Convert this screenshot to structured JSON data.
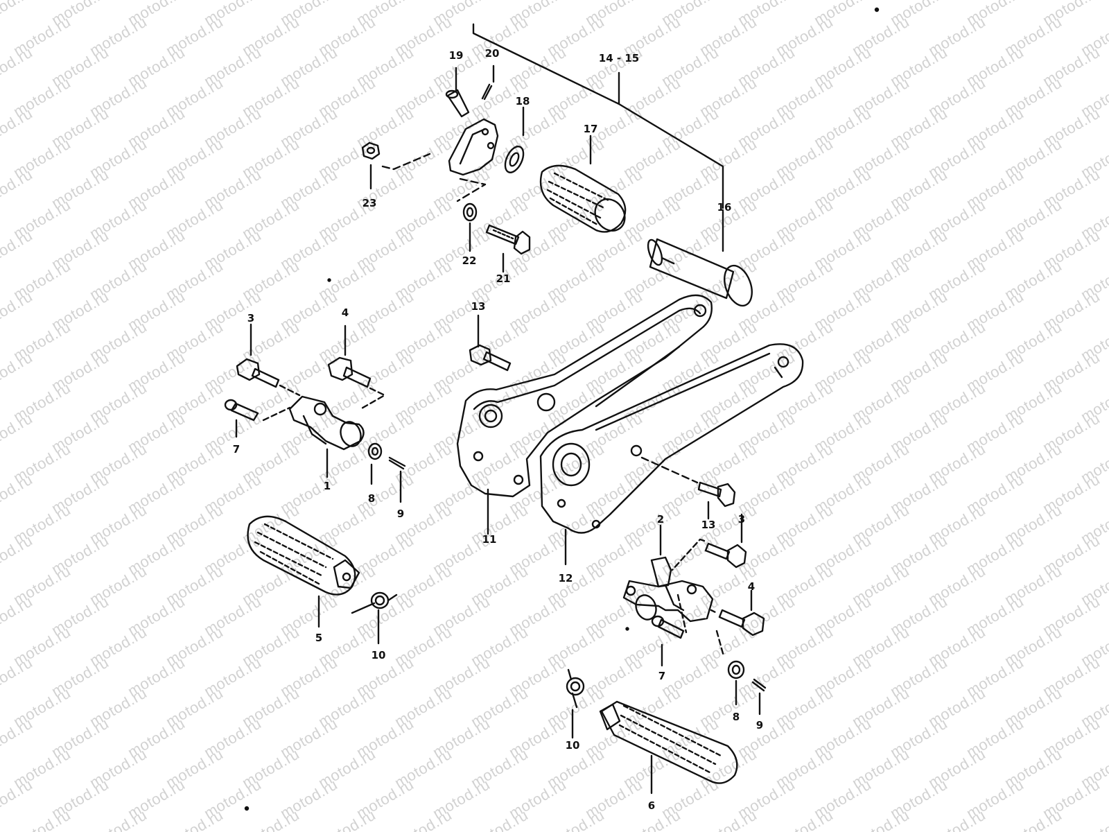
{
  "watermark": {
    "text": "motod.ru",
    "color": "#d2d2d2"
  },
  "line_color": "#111111",
  "background": "#ffffff",
  "callouts": [
    {
      "id": "c19",
      "text": "19"
    },
    {
      "id": "c20",
      "text": "20"
    },
    {
      "id": "c14-15",
      "text": "14 - 15"
    },
    {
      "id": "c18",
      "text": "18"
    },
    {
      "id": "c17",
      "text": "17"
    },
    {
      "id": "c23",
      "text": "23"
    },
    {
      "id": "c16",
      "text": "16"
    },
    {
      "id": "c22",
      "text": "22"
    },
    {
      "id": "c21",
      "text": "21"
    },
    {
      "id": "c13a",
      "text": "13"
    },
    {
      "id": "c3a",
      "text": "3"
    },
    {
      "id": "c4a",
      "text": "4"
    },
    {
      "id": "c7a",
      "text": "7"
    },
    {
      "id": "c1",
      "text": "1"
    },
    {
      "id": "c8a",
      "text": "8"
    },
    {
      "id": "c9a",
      "text": "9"
    },
    {
      "id": "c11",
      "text": "11"
    },
    {
      "id": "c13b",
      "text": "13"
    },
    {
      "id": "c3b",
      "text": "3"
    },
    {
      "id": "c2",
      "text": "2"
    },
    {
      "id": "c12",
      "text": "12"
    },
    {
      "id": "c4b",
      "text": "4"
    },
    {
      "id": "c5",
      "text": "5"
    },
    {
      "id": "c10a",
      "text": "10"
    },
    {
      "id": "c7b",
      "text": "7"
    },
    {
      "id": "c8b",
      "text": "8"
    },
    {
      "id": "c9b",
      "text": "9"
    },
    {
      "id": "c10b",
      "text": "10"
    },
    {
      "id": "c6",
      "text": "6"
    }
  ]
}
